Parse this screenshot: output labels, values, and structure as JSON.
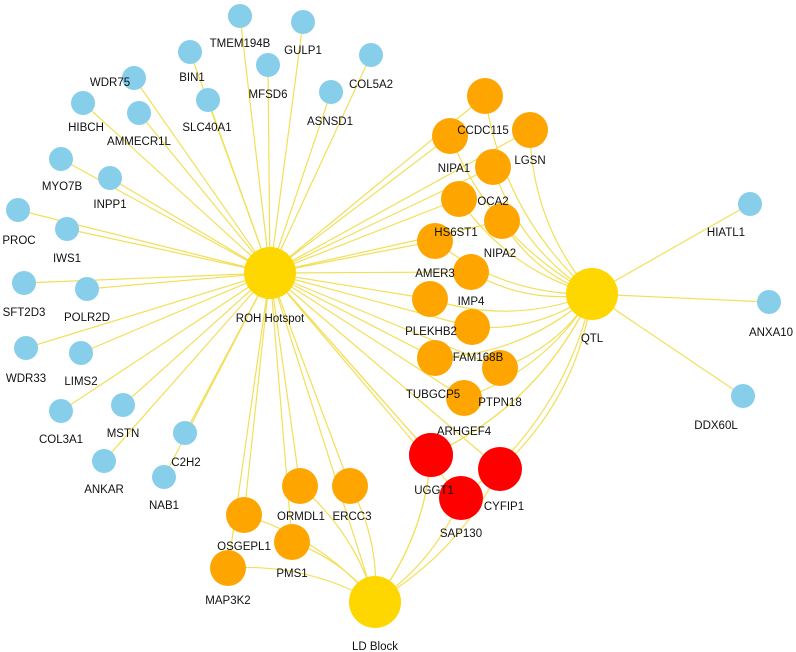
{
  "colors": {
    "edge": "#f2df57",
    "hub": "#ffd700",
    "gene_blue": "#87ceeb",
    "gene_orange": "#ffa500",
    "gene_red": "#ff0000"
  },
  "hubs": [
    {
      "id": "roh",
      "label": "ROH Hotspot"
    },
    {
      "id": "qtl",
      "label": "QTL"
    },
    {
      "id": "ld",
      "label": "LD Block"
    }
  ],
  "genes": [
    {
      "id": "tmem194b",
      "label": "TMEM194B",
      "group": "blue"
    },
    {
      "id": "gulp1",
      "label": "GULP1",
      "group": "blue"
    },
    {
      "id": "wdr75",
      "label": "WDR75",
      "group": "blue"
    },
    {
      "id": "bin1",
      "label": "BIN1",
      "group": "blue"
    },
    {
      "id": "mfsd6",
      "label": "MFSD6",
      "group": "blue"
    },
    {
      "id": "col5a2",
      "label": "COL5A2",
      "group": "blue"
    },
    {
      "id": "hibch",
      "label": "HIBCH",
      "group": "blue"
    },
    {
      "id": "slc40a1",
      "label": "SLC40A1",
      "group": "blue"
    },
    {
      "id": "asnsd1",
      "label": "ASNSD1",
      "group": "blue"
    },
    {
      "id": "ammecr1l",
      "label": "AMMECR1L",
      "group": "blue"
    },
    {
      "id": "myo7b",
      "label": "MYO7B",
      "group": "blue"
    },
    {
      "id": "inpp1",
      "label": "INPP1",
      "group": "blue"
    },
    {
      "id": "proc",
      "label": "PROC",
      "group": "blue"
    },
    {
      "id": "iws1",
      "label": "IWS1",
      "group": "blue"
    },
    {
      "id": "sft2d3",
      "label": "SFT2D3",
      "group": "blue"
    },
    {
      "id": "polr2d",
      "label": "POLR2D",
      "group": "blue"
    },
    {
      "id": "wdr33",
      "label": "WDR33",
      "group": "blue"
    },
    {
      "id": "lims2",
      "label": "LIMS2",
      "group": "blue"
    },
    {
      "id": "col3a1",
      "label": "COL3A1",
      "group": "blue"
    },
    {
      "id": "mstn",
      "label": "MSTN",
      "group": "blue"
    },
    {
      "id": "ankar",
      "label": "ANKAR",
      "group": "blue"
    },
    {
      "id": "c2h2",
      "label": "C2H2",
      "group": "blue"
    },
    {
      "id": "nab1",
      "label": "NAB1",
      "group": "blue"
    },
    {
      "id": "hiatl1",
      "label": "HIATL1",
      "group": "blue"
    },
    {
      "id": "anxa10",
      "label": "ANXA10",
      "group": "blue"
    },
    {
      "id": "ddx60l",
      "label": "DDX60L",
      "group": "blue"
    },
    {
      "id": "ccdc115",
      "label": "CCDC115",
      "group": "orange"
    },
    {
      "id": "o_top",
      "label": "",
      "group": "orange"
    },
    {
      "id": "nipa1",
      "label": "NIPA1",
      "group": "orange"
    },
    {
      "id": "lgsn",
      "label": "LGSN",
      "group": "orange"
    },
    {
      "id": "oca2",
      "label": "OCA2",
      "group": "orange"
    },
    {
      "id": "hs6st1",
      "label": "HS6ST1",
      "group": "orange"
    },
    {
      "id": "nipa2",
      "label": "NIPA2",
      "group": "orange"
    },
    {
      "id": "amer3",
      "label": "AMER3",
      "group": "orange"
    },
    {
      "id": "imp4",
      "label": "IMP4",
      "group": "orange"
    },
    {
      "id": "plekhb2",
      "label": "PLEKHB2",
      "group": "orange"
    },
    {
      "id": "fam168b",
      "label": "FAM168B",
      "group": "orange"
    },
    {
      "id": "tubgcp5",
      "label": "TUBGCP5",
      "group": "orange"
    },
    {
      "id": "ptpn18",
      "label": "PTPN18",
      "group": "orange"
    },
    {
      "id": "ormdl1",
      "label": "ORMDL1",
      "group": "orange"
    },
    {
      "id": "ercc3",
      "label": "ERCC3",
      "group": "orange"
    },
    {
      "id": "osgepl1",
      "label": "OSGEPL1",
      "group": "orange"
    },
    {
      "id": "pms1",
      "label": "PMS1",
      "group": "orange"
    },
    {
      "id": "map3k2",
      "label": "MAP3K2",
      "group": "orange"
    },
    {
      "id": "arhgef4",
      "label": "ARHGEF4",
      "group": "red"
    },
    {
      "id": "uggt1",
      "label": "UGGT1",
      "group": "red"
    },
    {
      "id": "cyfip1",
      "label": "CYFIP1",
      "group": "red"
    },
    {
      "id": "sap130",
      "label": "SAP130",
      "group": "red"
    }
  ],
  "edges": [
    [
      "roh",
      "tmem194b"
    ],
    [
      "roh",
      "gulp1"
    ],
    [
      "roh",
      "wdr75"
    ],
    [
      "roh",
      "bin1"
    ],
    [
      "roh",
      "mfsd6"
    ],
    [
      "roh",
      "col5a2"
    ],
    [
      "roh",
      "hibch"
    ],
    [
      "roh",
      "slc40a1"
    ],
    [
      "roh",
      "asnsd1"
    ],
    [
      "roh",
      "ammecr1l"
    ],
    [
      "roh",
      "myo7b"
    ],
    [
      "roh",
      "inpp1"
    ],
    [
      "roh",
      "proc"
    ],
    [
      "roh",
      "iws1"
    ],
    [
      "roh",
      "sft2d3"
    ],
    [
      "roh",
      "polr2d"
    ],
    [
      "roh",
      "wdr33"
    ],
    [
      "roh",
      "lims2"
    ],
    [
      "roh",
      "col3a1"
    ],
    [
      "roh",
      "mstn"
    ],
    [
      "roh",
      "ankar"
    ],
    [
      "roh",
      "c2h2"
    ],
    [
      "roh",
      "nab1"
    ],
    [
      "roh",
      "o_top"
    ],
    [
      "roh",
      "ccdc115"
    ],
    [
      "roh",
      "nipa1"
    ],
    [
      "roh",
      "lgsn"
    ],
    [
      "roh",
      "oca2"
    ],
    [
      "roh",
      "hs6st1"
    ],
    [
      "roh",
      "nipa2"
    ],
    [
      "roh",
      "amer3"
    ],
    [
      "roh",
      "imp4"
    ],
    [
      "roh",
      "plekhb2"
    ],
    [
      "roh",
      "fam168b"
    ],
    [
      "roh",
      "tubgcp5"
    ],
    [
      "roh",
      "ptpn18"
    ],
    [
      "roh",
      "ormdl1"
    ],
    [
      "roh",
      "ercc3"
    ],
    [
      "roh",
      "osgepl1"
    ],
    [
      "roh",
      "pms1"
    ],
    [
      "roh",
      "map3k2"
    ],
    [
      "roh",
      "arhgef4"
    ],
    [
      "roh",
      "uggt1"
    ],
    [
      "roh",
      "cyfip1"
    ],
    [
      "roh",
      "sap130"
    ],
    [
      "roh",
      "ld"
    ],
    [
      "qtl",
      "hiatl1"
    ],
    [
      "qtl",
      "anxa10"
    ],
    [
      "qtl",
      "ddx60l"
    ],
    [
      "qtl",
      "o_top"
    ],
    [
      "qtl",
      "ccdc115"
    ],
    [
      "qtl",
      "nipa1"
    ],
    [
      "qtl",
      "lgsn"
    ],
    [
      "qtl",
      "oca2"
    ],
    [
      "qtl",
      "hs6st1"
    ],
    [
      "qtl",
      "nipa2"
    ],
    [
      "qtl",
      "amer3"
    ],
    [
      "qtl",
      "imp4"
    ],
    [
      "qtl",
      "plekhb2"
    ],
    [
      "qtl",
      "fam168b"
    ],
    [
      "qtl",
      "tubgcp5"
    ],
    [
      "qtl",
      "ptpn18"
    ],
    [
      "qtl",
      "arhgef4"
    ],
    [
      "qtl",
      "uggt1"
    ],
    [
      "qtl",
      "cyfip1"
    ],
    [
      "qtl",
      "sap130"
    ],
    [
      "ld",
      "ormdl1"
    ],
    [
      "ld",
      "ercc3"
    ],
    [
      "ld",
      "osgepl1"
    ],
    [
      "ld",
      "pms1"
    ],
    [
      "ld",
      "map3k2"
    ],
    [
      "ld",
      "arhgef4"
    ],
    [
      "ld",
      "uggt1"
    ],
    [
      "ld",
      "cyfip1"
    ],
    [
      "ld",
      "sap130"
    ]
  ]
}
